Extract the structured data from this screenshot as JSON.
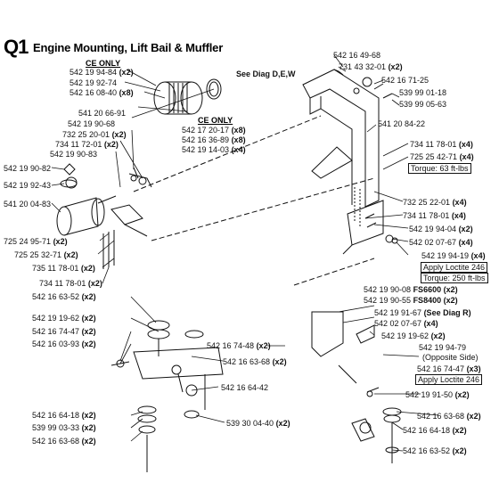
{
  "diagram": {
    "section_code": "Q1",
    "title": "Engine Mounting, Lift Bail & Muffler",
    "see_diag_top": "See Diag D,E,W",
    "ce_only_1": "CE ONLY",
    "ce_only_2": "CE ONLY",
    "labels": [
      {
        "pn": "542 16 49-68",
        "qty": ""
      },
      {
        "pn": "731 43 32-01",
        "qty": "(x2)"
      },
      {
        "pn": "542 16 71-25",
        "qty": ""
      },
      {
        "pn": "539 99 01-18",
        "qty": ""
      },
      {
        "pn": "539 99 05-63",
        "qty": ""
      },
      {
        "pn": "541 20 84-22",
        "qty": ""
      },
      {
        "pn": "734 11 78-01",
        "qty": "(x4)"
      },
      {
        "pn": "725 25 42-71",
        "qty": "(x4)"
      },
      {
        "pn": "732 25 22-01",
        "qty": "(x4)"
      },
      {
        "pn": "734 11 78-01",
        "qty": "(x4)"
      },
      {
        "pn": "542 19 94-04",
        "qty": "(x2)"
      },
      {
        "pn": "542 02 07-67",
        "qty": "(x4)"
      },
      {
        "pn": "542 19 94-19",
        "qty": "(x4)"
      },
      {
        "pn": "542 19 90-08",
        "qty": "FS6600 (x2)"
      },
      {
        "pn": "542 19 90-55",
        "qty": "FS8400 (x2)"
      },
      {
        "pn": "542 19 91-67",
        "qty": "(See Diag R)"
      },
      {
        "pn": "542 02 07-67",
        "qty": "(x4)"
      },
      {
        "pn": "542 19 19-62",
        "qty": "(x2)"
      },
      {
        "pn": "542 19 94-79",
        "qty": ""
      },
      {
        "pn": "(Opposite Side)",
        "qty": ""
      },
      {
        "pn": "542 16 74-47",
        "qty": "(x3)"
      },
      {
        "pn": "542 19 91-50",
        "qty": "(x2)"
      },
      {
        "pn": "542 16 63-68",
        "qty": "(x2)"
      },
      {
        "pn": "542 16 64-18",
        "qty": "(x2)"
      },
      {
        "pn": "542 16 63-52",
        "qty": "(x2)"
      },
      {
        "pn": "542 19 94-84",
        "qty": "(x2)"
      },
      {
        "pn": "542 19 92-74",
        "qty": ""
      },
      {
        "pn": "542 16 08-40",
        "qty": "(x8)"
      },
      {
        "pn": "541 20 66-91",
        "qty": ""
      },
      {
        "pn": "542 19 90-68",
        "qty": ""
      },
      {
        "pn": "732 25 20-01",
        "qty": "(x2)"
      },
      {
        "pn": "734 11 72-01",
        "qty": "(x2)"
      },
      {
        "pn": "542 19 90-83",
        "qty": ""
      },
      {
        "pn": "542 17 20-17",
        "qty": "(x8)"
      },
      {
        "pn": "542 16 36-89",
        "qty": "(x8)"
      },
      {
        "pn": "542 19 14-03",
        "qty": "(x4)"
      },
      {
        "pn": "542 19 90-82",
        "qty": ""
      },
      {
        "pn": "542 19 92-43",
        "qty": ""
      },
      {
        "pn": "541 20 04-83",
        "qty": ""
      },
      {
        "pn": "725 24 95-71",
        "qty": "(x2)"
      },
      {
        "pn": "725 25 32-71",
        "qty": "(x2)"
      },
      {
        "pn": "735 11 78-01",
        "qty": "(x2)"
      },
      {
        "pn": "734 11 78-01",
        "qty": "(x2)"
      },
      {
        "pn": "542 16 63-52",
        "qty": "(x2)"
      },
      {
        "pn": "542 19 19-62",
        "qty": "(x2)"
      },
      {
        "pn": "542 16 74-47",
        "qty": "(x2)"
      },
      {
        "pn": "542 16 03-93",
        "qty": "(x2)"
      },
      {
        "pn": "542 16 74-48",
        "qty": "(x2)"
      },
      {
        "pn": "542 16 63-68",
        "qty": "(x2)"
      },
      {
        "pn": "542 16 64-42",
        "qty": ""
      },
      {
        "pn": "542 16 64-18",
        "qty": "(x2)"
      },
      {
        "pn": "539 99 03-33",
        "qty": "(x2)"
      },
      {
        "pn": "542 16 63-68",
        "qty": "(x2)"
      },
      {
        "pn": "539 30 04-40",
        "qty": "(x2)"
      }
    ],
    "notes": {
      "torque_63": "Torque: 63 ft-lbs",
      "loctite_1": "Apply Loctite 246",
      "torque_250": "Torque: 250 ft-lbs",
      "see_diag_r": "(See Diag R)",
      "loctite_2": "Apply Loctite 246"
    }
  }
}
